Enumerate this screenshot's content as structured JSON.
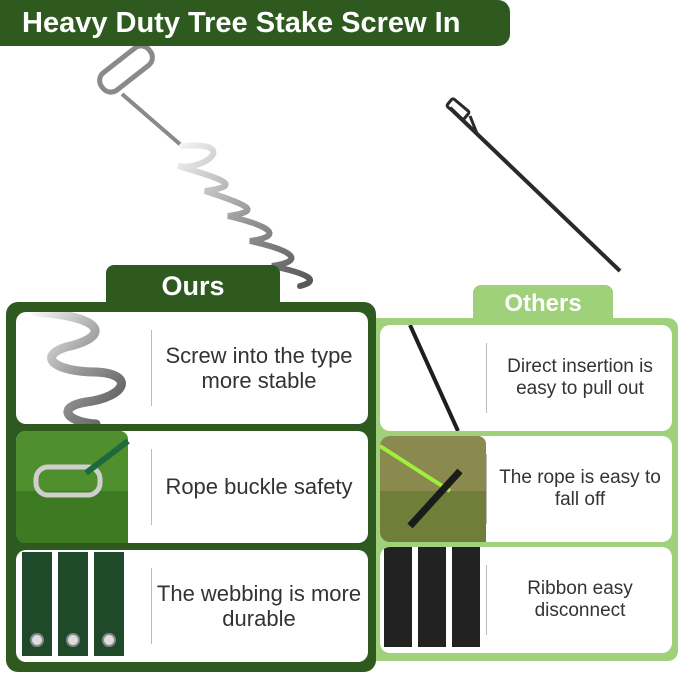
{
  "title": "Heavy Duty Tree Stake Screw In",
  "ours": {
    "label": "Ours",
    "items": [
      {
        "text": "Screw into the type more stable"
      },
      {
        "text": "Rope buckle safety"
      },
      {
        "text": "The webbing is more durable"
      }
    ]
  },
  "others": {
    "label": "Others",
    "items": [
      {
        "text": "Direct insertion is easy to pull out"
      },
      {
        "text": "The rope is easy to fall off"
      },
      {
        "text": "Ribbon easy disconnect"
      }
    ]
  },
  "colors": {
    "ours_green": "#2f5a1f",
    "others_green": "#9fd07a"
  }
}
